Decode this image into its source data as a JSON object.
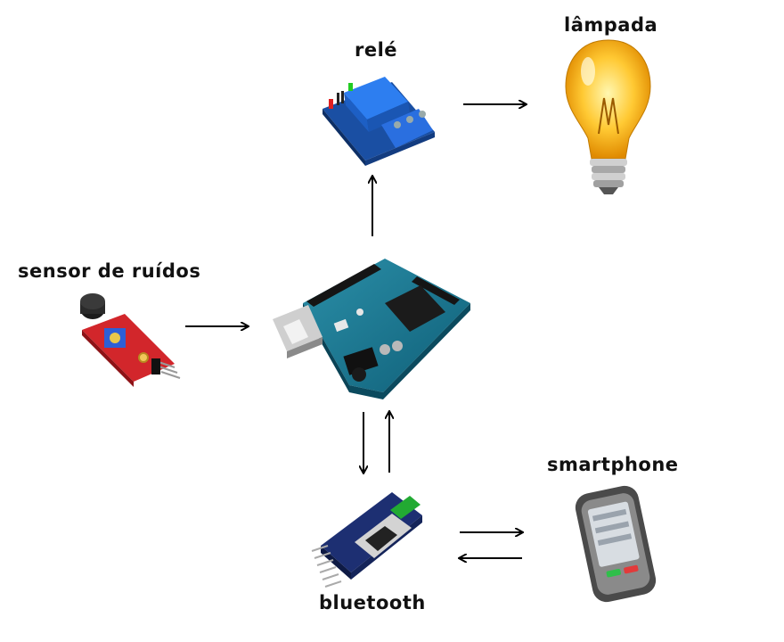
{
  "labels": {
    "relay": "relé",
    "lamp": "lâmpada",
    "sensor": "sensor de ruídos",
    "bluetooth": "bluetooth",
    "smartphone": "smartphone"
  },
  "components": [
    {
      "id": "relay",
      "icon": "relay-module-icon"
    },
    {
      "id": "lamp",
      "icon": "light-bulb-icon"
    },
    {
      "id": "sensor",
      "icon": "sound-sensor-icon"
    },
    {
      "id": "arduino",
      "icon": "arduino-board-icon"
    },
    {
      "id": "bluetooth",
      "icon": "bluetooth-module-icon"
    },
    {
      "id": "smartphone",
      "icon": "smartphone-icon"
    }
  ],
  "connections": [
    {
      "from": "sensor",
      "to": "arduino",
      "direction": "one-way"
    },
    {
      "from": "arduino",
      "to": "relay",
      "direction": "one-way"
    },
    {
      "from": "relay",
      "to": "lamp",
      "direction": "one-way"
    },
    {
      "from": "arduino",
      "to": "bluetooth",
      "direction": "two-way"
    },
    {
      "from": "bluetooth",
      "to": "smartphone",
      "direction": "two-way"
    }
  ]
}
